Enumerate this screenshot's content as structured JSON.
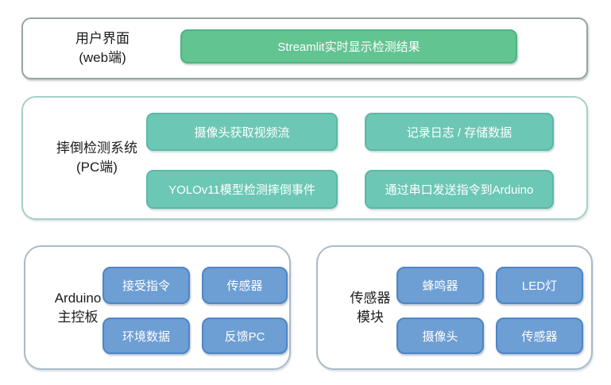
{
  "diagram": {
    "sections": {
      "user_interface": {
        "label_line1": "用户界面",
        "label_line2": "(web端)",
        "nodes": [
          "Streamlit实时显示检测结果"
        ]
      },
      "fall_detection_system": {
        "label_line1": "摔倒检测系统",
        "label_line2": "(PC端)",
        "nodes": [
          "摄像头获取视频流",
          "记录日志 / 存储数据",
          "YOLOv11模型检测摔倒事件",
          "通过串口发送指令到Arduino"
        ]
      },
      "arduino_board": {
        "label_line1": "Arduino",
        "label_line2": "主控板",
        "nodes": [
          "接受指令",
          "传感器",
          "环境数据",
          "反馈PC"
        ]
      },
      "sensor_module": {
        "label_line1": "传感器",
        "label_line2": "模块",
        "nodes": [
          "蜂鸣器",
          "LED灯",
          "摄像头",
          "传感器"
        ]
      }
    },
    "colors": {
      "green_node_fill": "#62c491",
      "green_node_border": "#4fb383",
      "teal_node_fill": "#6cc7b4",
      "teal_node_border": "#5bb9a7",
      "blue_node_fill": "#6d9ed4",
      "blue_node_border": "#4e86c5",
      "top_container_border": "#96a69e",
      "mid_container_border": "#a7cfc7",
      "bottom_container_border": "#a9bbca",
      "node_text": "#ffffff",
      "label_text": "#1c1c1c",
      "background": "#ffffff"
    }
  }
}
